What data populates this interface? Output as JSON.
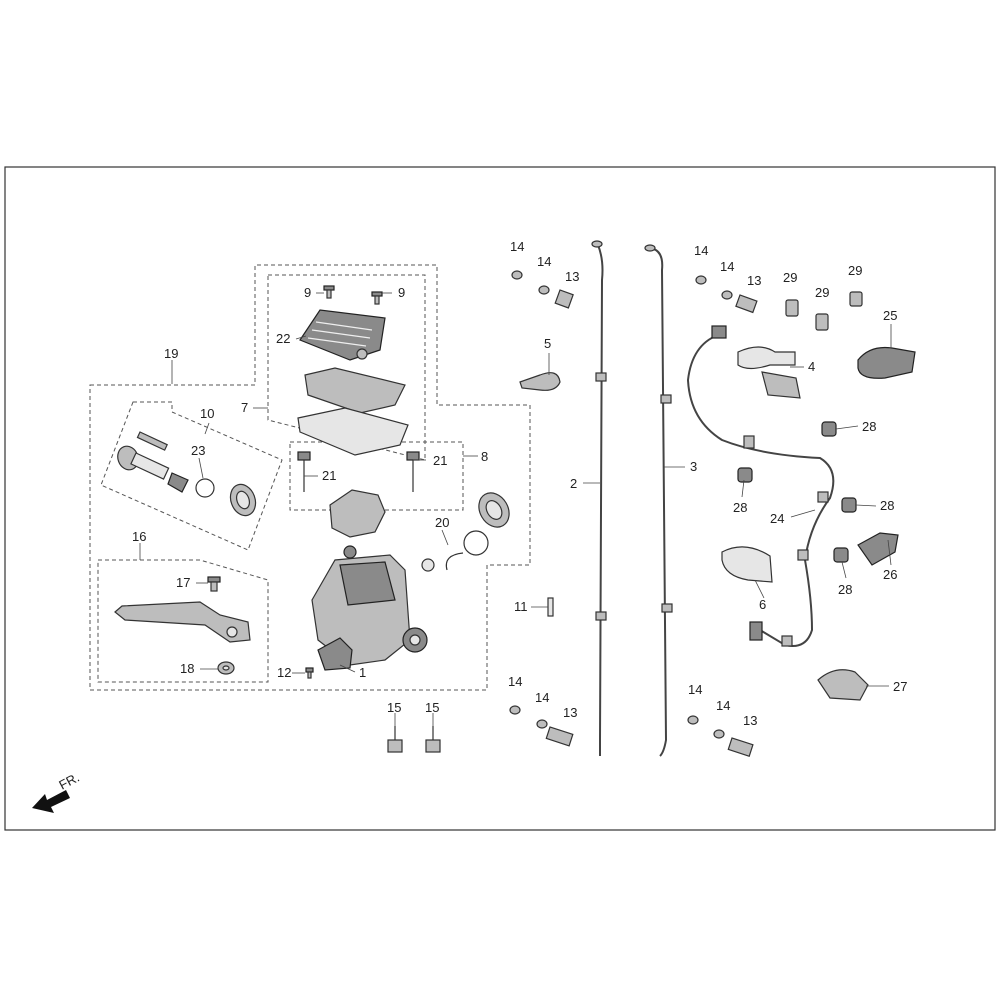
{
  "orientation": {
    "direction_label": "FR.",
    "icon": "front-direction-arrow-icon"
  },
  "callouts": {
    "c1": "1",
    "c2": "2",
    "c3": "3",
    "c4": "4",
    "c5": "5",
    "c6": "6",
    "c7": "7",
    "c8": "8",
    "c9a": "9",
    "c9b": "9",
    "c10": "10",
    "c11": "11",
    "c12": "12",
    "c13a": "13",
    "c13b": "13",
    "c13c": "13",
    "c13d": "13",
    "c14a": "14",
    "c14b": "14",
    "c14c": "14",
    "c14d": "14",
    "c14e": "14",
    "c14f": "14",
    "c14g": "14",
    "c14h": "14",
    "c15a": "15",
    "c15b": "15",
    "c16": "16",
    "c17": "17",
    "c18": "18",
    "c19": "19",
    "c20": "20",
    "c21a": "21",
    "c21b": "21",
    "c22": "22",
    "c23": "23",
    "c24": "24",
    "c25": "25",
    "c26": "26",
    "c27": "27",
    "c28a": "28",
    "c28b": "28",
    "c28c": "28",
    "c28d": "28",
    "c29a": "29",
    "c29b": "29",
    "c29c": "29"
  }
}
